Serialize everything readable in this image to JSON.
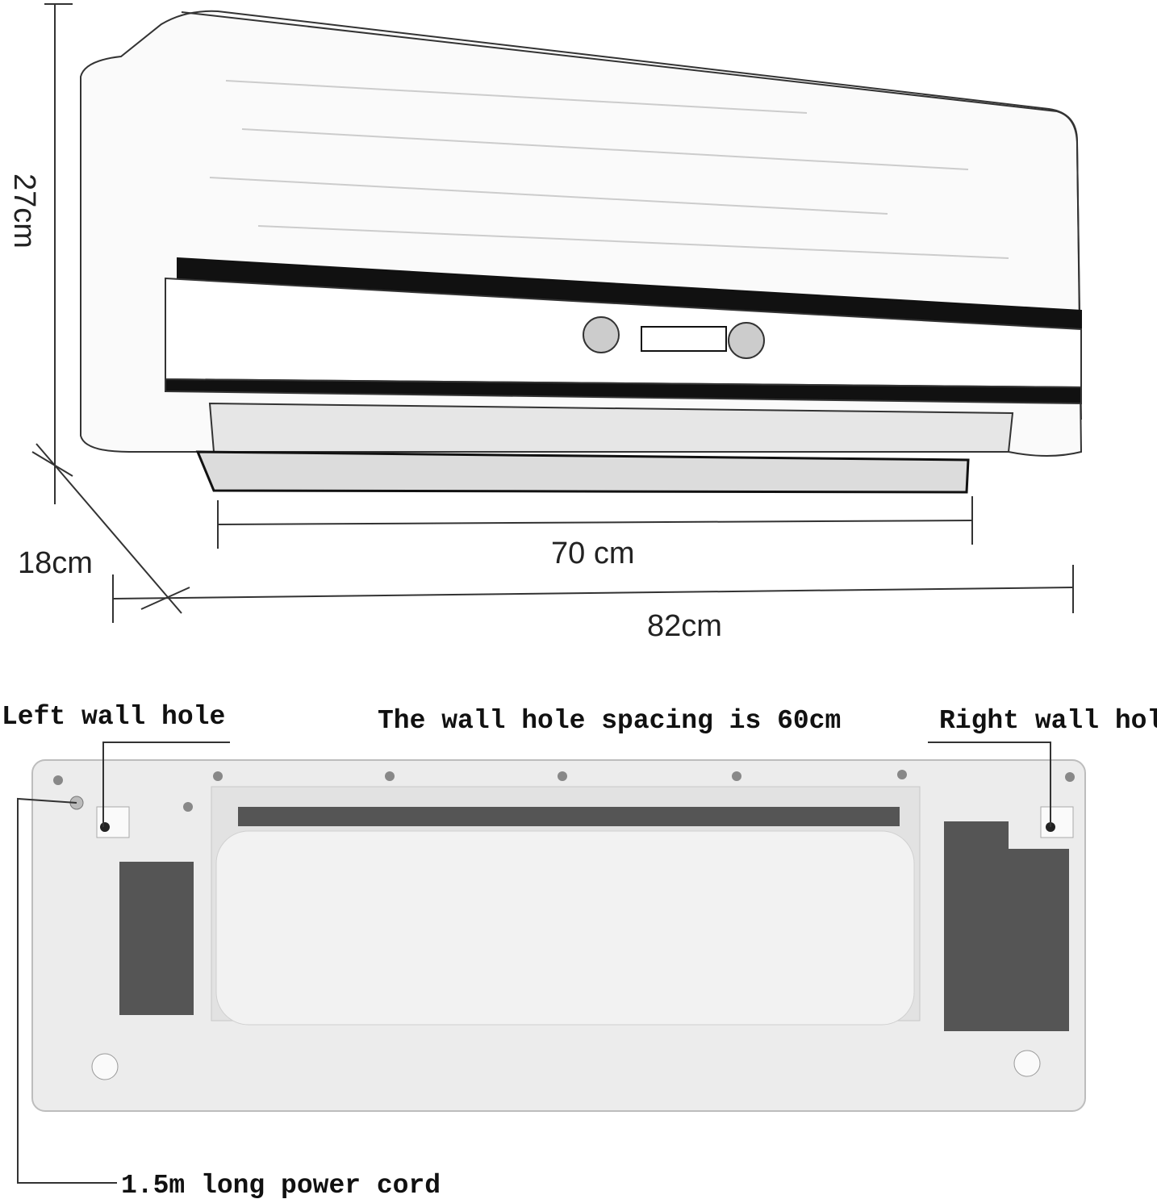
{
  "dimensions": {
    "height": "27cm",
    "depth": "18cm",
    "inner_width": "70 cm",
    "total_width": "82cm"
  },
  "labels": {
    "left_hole": "Left wall hole",
    "spacing": "The wall hole spacing is 60cm",
    "right_hole": "Right wall hole",
    "power_cord": "1.5m long power cord"
  },
  "colors": {
    "line": "#222222",
    "back_panel": "#e9e9e9",
    "panel_edge": "#bdbdbd"
  }
}
